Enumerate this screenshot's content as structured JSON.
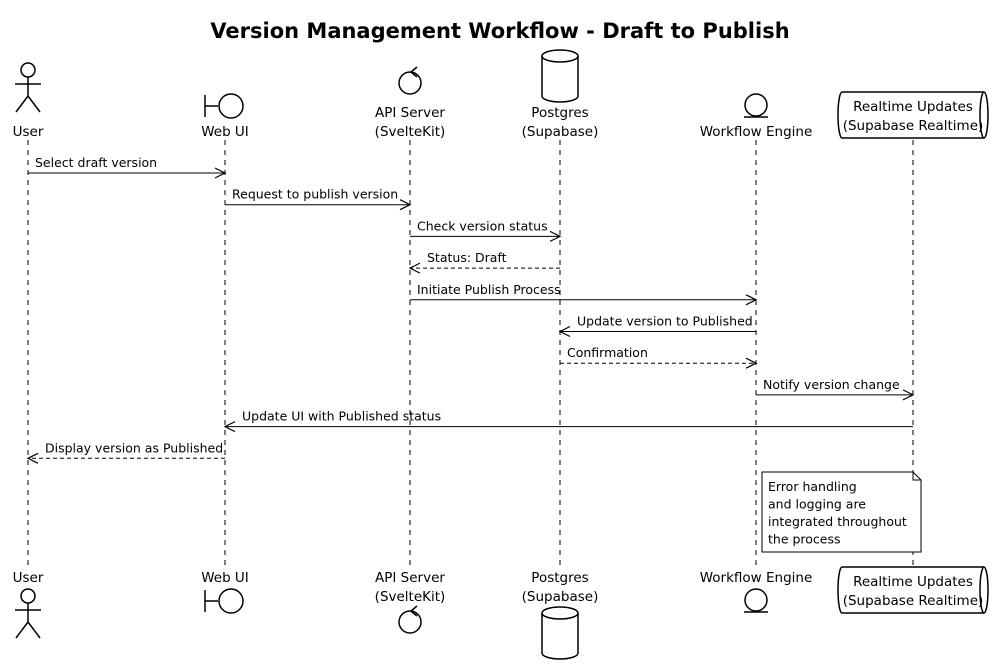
{
  "title": "Version Management Workflow - Draft to Publish",
  "participants": [
    {
      "id": "user",
      "kind": "actor",
      "label": [
        "User"
      ]
    },
    {
      "id": "webui",
      "kind": "boundary",
      "label": [
        "Web UI"
      ]
    },
    {
      "id": "api",
      "kind": "control",
      "label": [
        "API Server",
        "(SvelteKit)"
      ]
    },
    {
      "id": "db",
      "kind": "database",
      "label": [
        "Postgres",
        "(Supabase)"
      ]
    },
    {
      "id": "engine",
      "kind": "entity",
      "label": [
        "Workflow Engine"
      ]
    },
    {
      "id": "realtime",
      "kind": "queue",
      "label": [
        "Realtime Updates",
        "(Supabase Realtime)"
      ]
    }
  ],
  "messages": [
    {
      "from": "user",
      "to": "webui",
      "text": "Select draft version",
      "style": "solid"
    },
    {
      "from": "webui",
      "to": "api",
      "text": "Request to publish version",
      "style": "solid"
    },
    {
      "from": "api",
      "to": "db",
      "text": "Check version status",
      "style": "solid"
    },
    {
      "from": "db",
      "to": "api",
      "text": "Status: Draft",
      "style": "dashed"
    },
    {
      "from": "api",
      "to": "engine",
      "text": "Initiate Publish Process",
      "style": "solid"
    },
    {
      "from": "engine",
      "to": "db",
      "text": "Update version to Published",
      "style": "solid"
    },
    {
      "from": "db",
      "to": "engine",
      "text": "Confirmation",
      "style": "dashed"
    },
    {
      "from": "engine",
      "to": "realtime",
      "text": "Notify version change",
      "style": "solid"
    },
    {
      "from": "realtime",
      "to": "webui",
      "text": "Update UI with Published status",
      "style": "solid"
    },
    {
      "from": "webui",
      "to": "user",
      "text": "Display version as Published",
      "style": "dashed"
    }
  ],
  "note": {
    "on": "engine",
    "lines": [
      "Error handling",
      "and logging are",
      "integrated throughout",
      "the process"
    ]
  }
}
